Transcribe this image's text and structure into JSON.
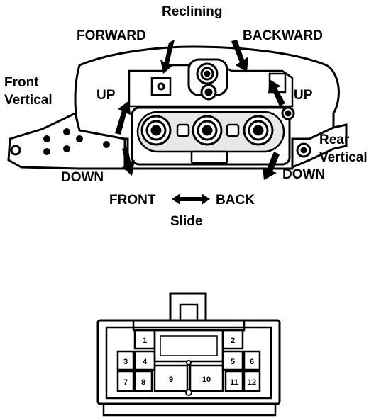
{
  "switch_labels": {
    "reclining": "Reclining",
    "forward": "FORWARD",
    "backward": "BACKWARD",
    "front_vertical_line1": "Front",
    "front_vertical_line2": "Vertical",
    "up_left": "UP",
    "up_right": "UP",
    "rear_vertical_line1": "Rear",
    "rear_vertical_line2": "Vertical",
    "down_left": "DOWN",
    "down_right": "DOWN",
    "front": "FRONT",
    "back": "BACK",
    "slide": "Slide"
  },
  "connector": {
    "pins": [
      "1",
      "2",
      "3",
      "4",
      "5",
      "6",
      "7",
      "8",
      "9",
      "10",
      "11",
      "12"
    ]
  },
  "colors": {
    "ink": "#000000",
    "paper": "#ffffff"
  }
}
